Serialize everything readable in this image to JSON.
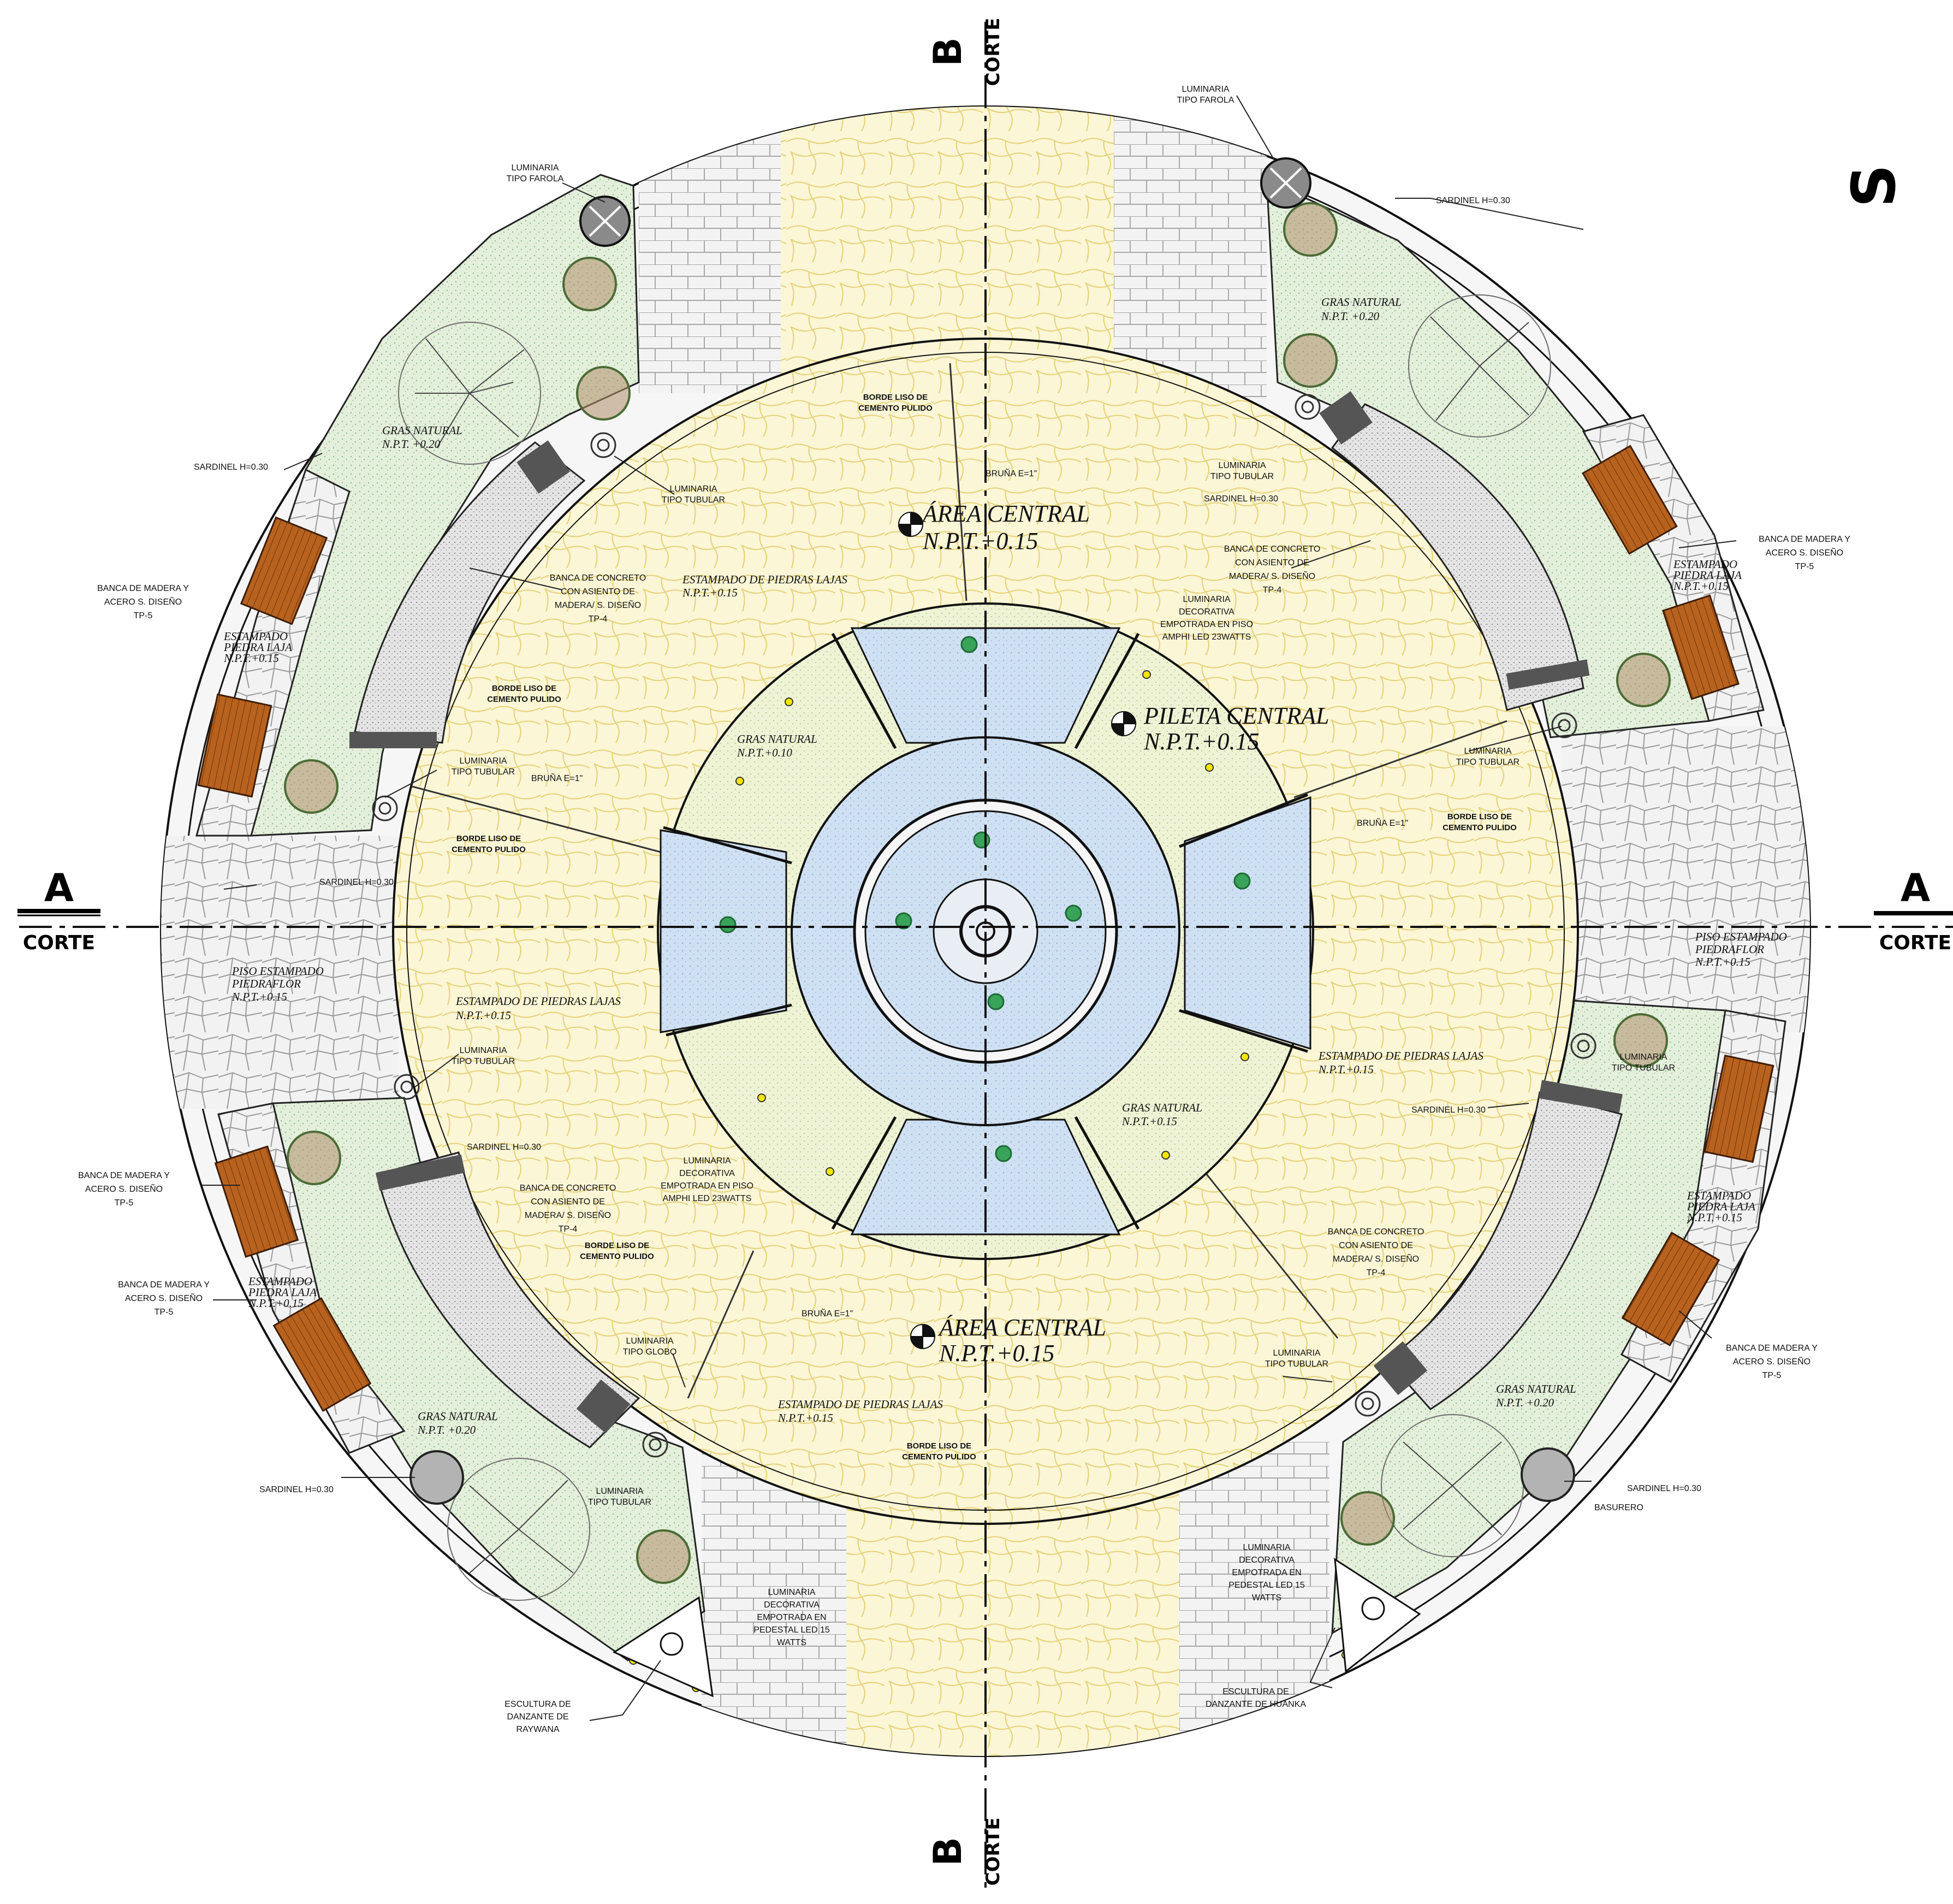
{
  "cuts": {
    "a_letter": "A",
    "b_letter": "B",
    "corte": "CORTE"
  },
  "north_letter": "S",
  "central": {
    "area_title": "ÁREA CENTRAL",
    "area_level": "N.P.T.+0.15",
    "fountain_title": "PILETA CENTRAL",
    "fountain_level": "N.P.T.+0.15"
  },
  "floor_labels": {
    "stamped_lajas": "ESTAMPADO DE PIEDRAS LAJAS",
    "stamped_lajas_level": "N.P.T.+0.15",
    "gras": "GRAS NATURAL",
    "gras_level_020": "N.P.T. +0.20",
    "gras_level_010": "N.P.T.+0.10",
    "gras_level_015": "N.P.T.+0.15",
    "piso_piedraflor_1": "PISO ESTAMPADO",
    "piso_piedraflor_2": "PIEDRAFLOR",
    "piso_level": "N.P.T.+0.15",
    "estampado": "ESTAMPADO",
    "piedra_laja": "PIEDRA LAJA",
    "npt_015": "N.P.T.+0.15"
  },
  "annotations": {
    "luminaria": "LUMINARIA",
    "tipo_farola": "TIPO FAROLA",
    "tipo_tubular": "TIPO TUBULAR",
    "tipo_globo": "TIPO GLOBO",
    "sardinel": "SARDINEL H=0.30",
    "borde_1": "BORDE LISO DE",
    "borde_2": "CEMENTO PULIDO",
    "bruna": "BRUÑA E=1\"",
    "banca_madera_1": "BANCA DE MADERA Y",
    "banca_madera_2": "ACERO S. DISEÑO",
    "banca_madera_3": "TP-5",
    "banca_concreto_1": "BANCA DE CONCRETO",
    "banca_concreto_2": "CON ASIENTO DE",
    "banca_concreto_3": "MADERA/ S. DISEÑO",
    "banca_concreto_4": "TP-4",
    "lum_deco_1": "LUMINARIA",
    "lum_deco_2": "DECORATIVA",
    "lum_deco_3": "EMPOTRADA EN PISO",
    "lum_deco_4": "AMPHI LED 23WATTS",
    "lum_ped_3": "EMPOTRADA EN",
    "lum_ped_4": "PEDESTAL  LED 15",
    "lum_ped_5": "WATTS",
    "escultura": "ESCULTURA DE",
    "danzante_de": "DANZANTE DE",
    "raywana": "RAYWANA",
    "danzante_huanka": "DANZANTE DE HUANKA",
    "basurero": "BASURERO"
  },
  "colors": {
    "paving": "#fbf6d6",
    "paving_lines": "#e9d98a",
    "grass": "#e4f0dc",
    "grass_alt": "#eef3d6",
    "water": "#c9dcf0",
    "water_dark": "#a9c6e6",
    "wood": "#b45f1c",
    "stone": "#e6e6e6",
    "accent_green": "#3aa35a",
    "lamp_yellow": "#f5e600"
  }
}
